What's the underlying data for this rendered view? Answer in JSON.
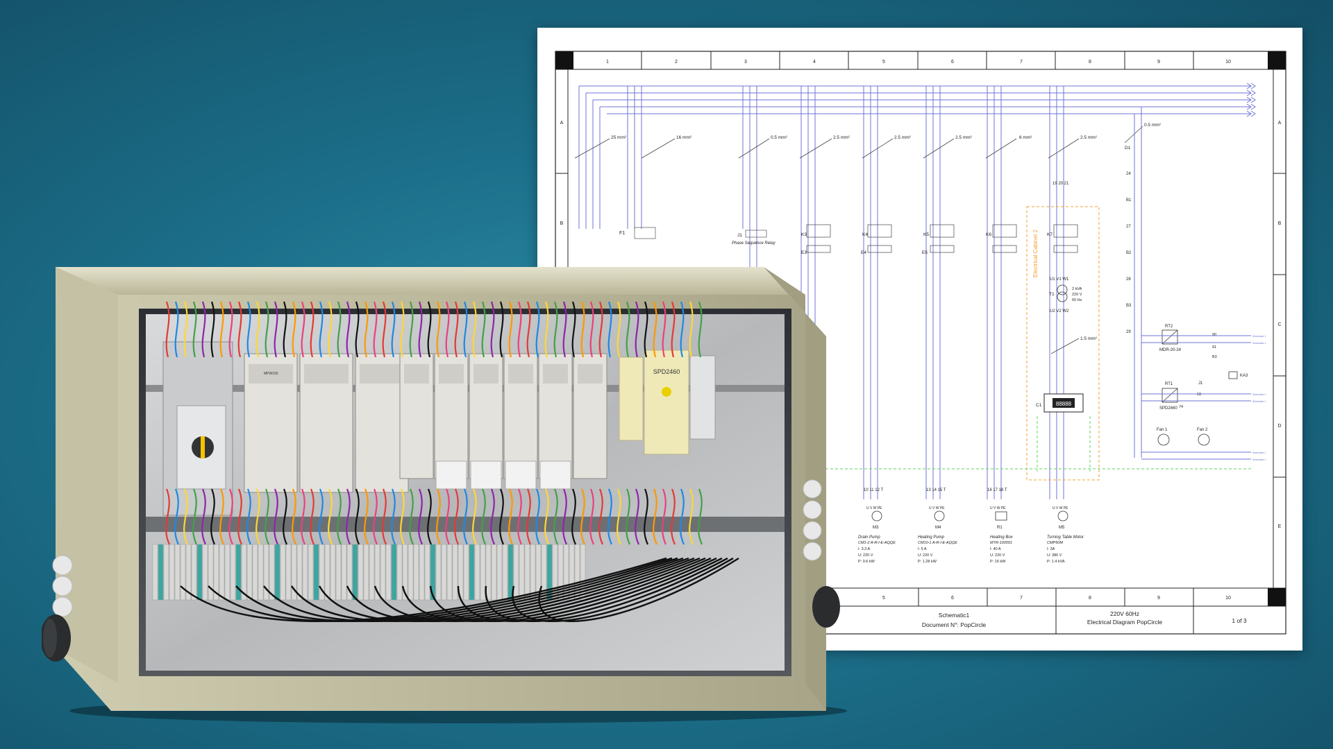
{
  "colors": {
    "background": "#1c6f8a",
    "wire_blue": "#6f73d6",
    "pe_green": "#5fd35f",
    "cabinet_frame": "#c9c6a6",
    "dashed_box": "#f0a030"
  },
  "columns": [
    "1",
    "2",
    "3",
    "4",
    "5",
    "6",
    "7",
    "8",
    "9",
    "10"
  ],
  "rows": [
    "A",
    "B",
    "C",
    "D",
    "E"
  ],
  "cable_sizes": [
    "25 mm²",
    "16 mm²",
    "0.5 mm²",
    "2.5 mm²",
    "2.5 mm²",
    "2.5 mm²",
    "6 mm²",
    "2.5 mm²"
  ],
  "cable_size_right": "0.5 mm²",
  "cable_size_transformer": "1.5 mm²",
  "devices": {
    "f1": "F1",
    "j1": "J1",
    "phase_relay_label": "Phase Sequence Relay",
    "k3": "K3",
    "e3": "E3",
    "k4": "K4",
    "e4": "E4",
    "k5": "K5",
    "e5": "E5",
    "k6": "K6",
    "k7": "K7",
    "d1": "D1",
    "t1": "T1",
    "c1": "C1",
    "c1_display": "88888",
    "u_top": "U1 V1 W1",
    "u_bottom": "U2 V2 W2",
    "transformer_rating": [
      "2 kVA",
      "220 V",
      "60 Hz"
    ],
    "cabinet_label": "Electrical Cabinet 2",
    "rt1": "RT1",
    "rt1_model": "SPD2460",
    "rt2": "RT2",
    "rt2_model": "MDR-20-24",
    "ka3": "KA3",
    "j1_right": "J1",
    "fan1": "Fan 1",
    "fan2": "Fan 2"
  },
  "terminal_labels": {
    "t_a": "19 20 21",
    "t_b": "24",
    "t_c": "B1",
    "t_d": "27",
    "t_e": "B2",
    "t_f": "28",
    "t_g": "B3",
    "t_h": "29",
    "t_i": "90",
    "t_j": "91",
    "t_k": "B3",
    "t_l": "74",
    "t_m": "18",
    "m3_terms": "10 11 12 T",
    "m4_terms": "13 14 15 T",
    "r1_terms": "16 17 18 T",
    "uvwpe": "U V W PE"
  },
  "loads": [
    {
      "id": "M3",
      "name": "Drain Pump",
      "model": "CM1-2 A-R-I-E-AQQE",
      "current": "I: 3.3 A",
      "voltage": "U: 220 V",
      "power": "P: 0.6 kW"
    },
    {
      "id": "M4",
      "name": "Heating Pump",
      "model": "CM10-1 A-R-I-E-AQQE",
      "current": "I: 5 A",
      "voltage": "U: 220 V",
      "power": "P: 1.28 kW"
    },
    {
      "id": "R1",
      "name": "Heating Box",
      "model": "MTR-100001",
      "current": "I: 40 A",
      "voltage": "U: 220 V",
      "power": "P: 15 kW"
    },
    {
      "id": "M5",
      "name": "Turning Table Motor",
      "model": "CMP50M",
      "current": "I: 3A",
      "voltage": "U: 380 V",
      "power": "P: 1.4 kVA"
    }
  ],
  "output_tag": "Schematic 1",
  "title_block": {
    "schematic": "Schematic1",
    "document": "Document N°: PopCircle",
    "spec": "220V 60Hz",
    "diagram": "Electrical Diagram PopCircle",
    "page": "1 of 3"
  },
  "cabinet": {
    "power_supply_label": "SPD2460",
    "breaker_label": "MPW100"
  }
}
